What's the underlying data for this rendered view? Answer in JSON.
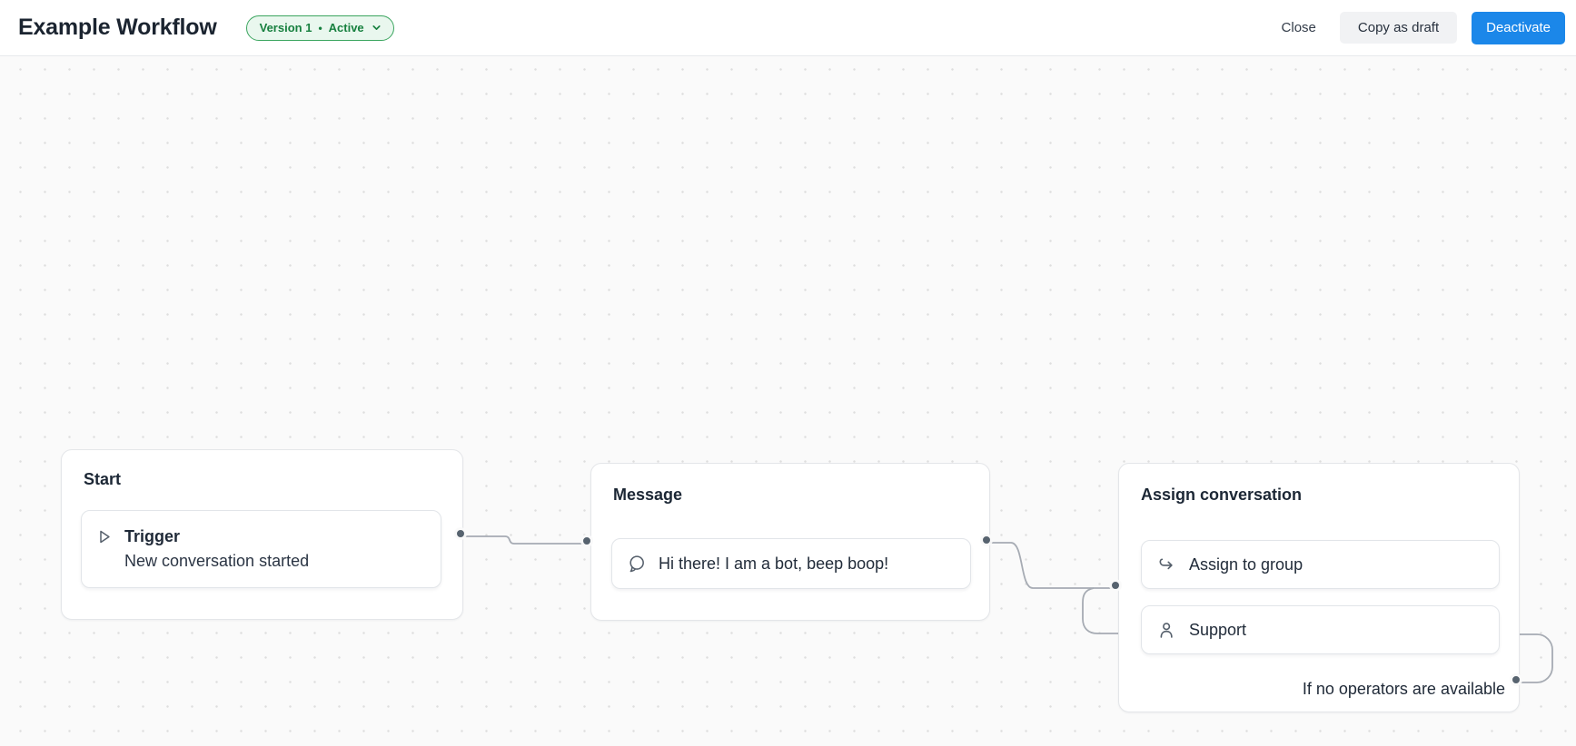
{
  "header": {
    "title": "Example Workflow",
    "badge": {
      "version": "Version 1",
      "separator": "•",
      "status": "Active",
      "chevron_icon": "chevron-down-icon"
    },
    "actions": {
      "close_label": "Close",
      "copy_as_draft_label": "Copy as draft",
      "deactivate_label": "Deactivate"
    }
  },
  "nodes": {
    "start": {
      "title": "Start",
      "trigger": {
        "icon": "play-icon",
        "title": "Trigger",
        "subtitle": "New conversation started"
      }
    },
    "message": {
      "title": "Message",
      "bubble": {
        "icon": "chat-bubble-icon",
        "text": "Hi there! I am a bot, beep boop!"
      }
    },
    "assign": {
      "title": "Assign conversation",
      "group_item": {
        "icon": "assign-arrow-icon",
        "label": "Assign to group"
      },
      "team_item": {
        "icon": "user-icon",
        "label": "Support"
      },
      "fallback_label": "If no operators are available"
    }
  },
  "colors": {
    "accent_blue": "#1b87e9",
    "badge_bg": "#e9f7ee",
    "badge_border": "#3ba55f",
    "badge_text": "#17803f",
    "edge": "#a6abb3",
    "port_ring": "#57636f",
    "canvas_bg": "#fafafa",
    "node_border": "#e4e6e9"
  }
}
